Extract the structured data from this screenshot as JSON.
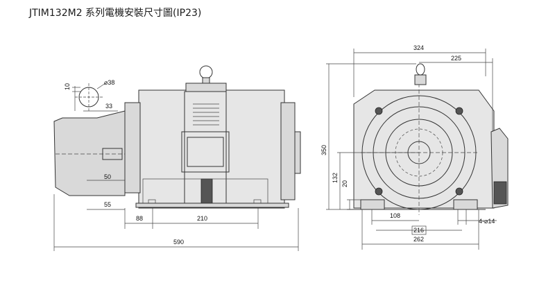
{
  "title": "JTIM132M2 系列電機安裝尺寸圖(IP23)",
  "dimensions": {
    "shaft_key": "10",
    "shaft_dia": "⌀38",
    "shaft_height": "33",
    "side_50": "50",
    "side_55": "55",
    "side_88": "88",
    "side_210": "210",
    "side_590": "590",
    "front_324": "324",
    "front_225": "225",
    "front_350": "350",
    "front_132": "132",
    "front_20": "20",
    "front_108": "108",
    "front_216": "216",
    "front_262": "262",
    "holes": "4-⌀14"
  }
}
